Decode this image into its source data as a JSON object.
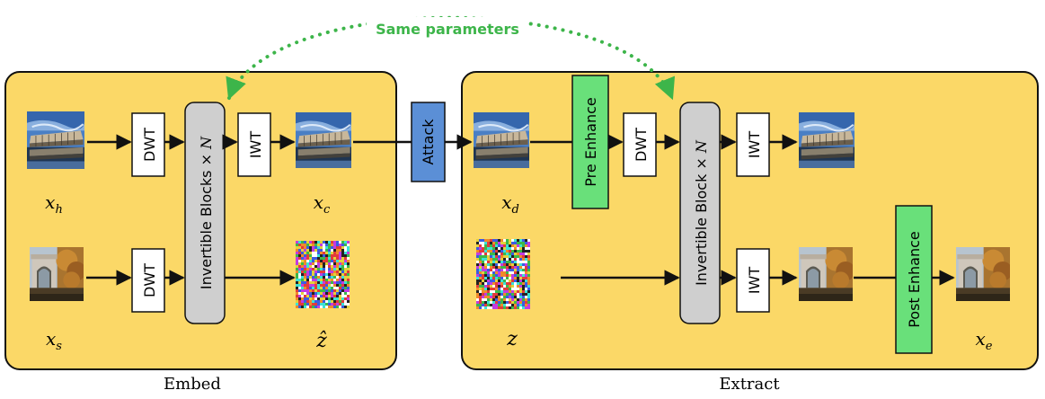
{
  "top_annotation": {
    "label": "Same parameters",
    "color": "#3DB54A"
  },
  "embed": {
    "caption": "Embed",
    "dwt_top": "DWT",
    "dwt_bottom": "DWT",
    "invertible": "Invertible Blocks ×",
    "invertible_n": "N",
    "iwt": "IWT",
    "labels": {
      "xh": "x",
      "xh_sub": "h",
      "xc": "x",
      "xc_sub": "c",
      "xs": "x",
      "xs_sub": "s",
      "zhat": "ẑ"
    }
  },
  "attack": {
    "label": "Attack"
  },
  "extract": {
    "caption": "Extract",
    "pre_enhance": "Pre Enhance",
    "dwt": "DWT",
    "invertible": "Invertible Block ×",
    "invertible_n": "N",
    "iwt_top": "IWT",
    "iwt_bottom": "IWT",
    "post_enhance": "Post Enhance",
    "labels": {
      "xd": "x",
      "xd_sub": "d",
      "z": "z",
      "xe": "x",
      "xe_sub": "e"
    }
  },
  "colors": {
    "panel_fill": "#FBD867",
    "panel_stroke": "#111111",
    "green_box": "#69E07A",
    "blue_box": "#5B8FD6",
    "gray_box": "#CFCFCF"
  },
  "icons": [
    "building-photo-icon",
    "arch-photo-icon",
    "noise-icon"
  ]
}
